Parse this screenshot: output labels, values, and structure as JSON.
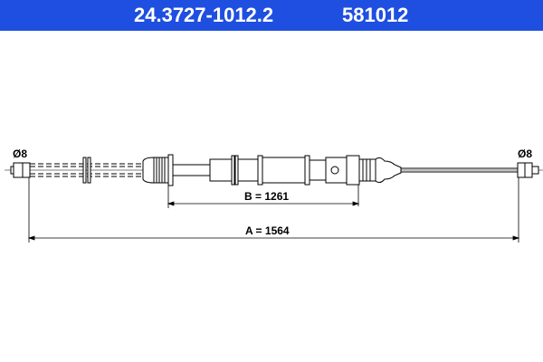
{
  "header": {
    "part_number": "24.3727-1012.2",
    "ref_number": "581012",
    "background": "#1f4fe0"
  },
  "diagram": {
    "left_diameter": "Ø8",
    "right_diameter": "Ø8",
    "dimension_b": "B = 1261",
    "dimension_a": "A = 1564"
  }
}
